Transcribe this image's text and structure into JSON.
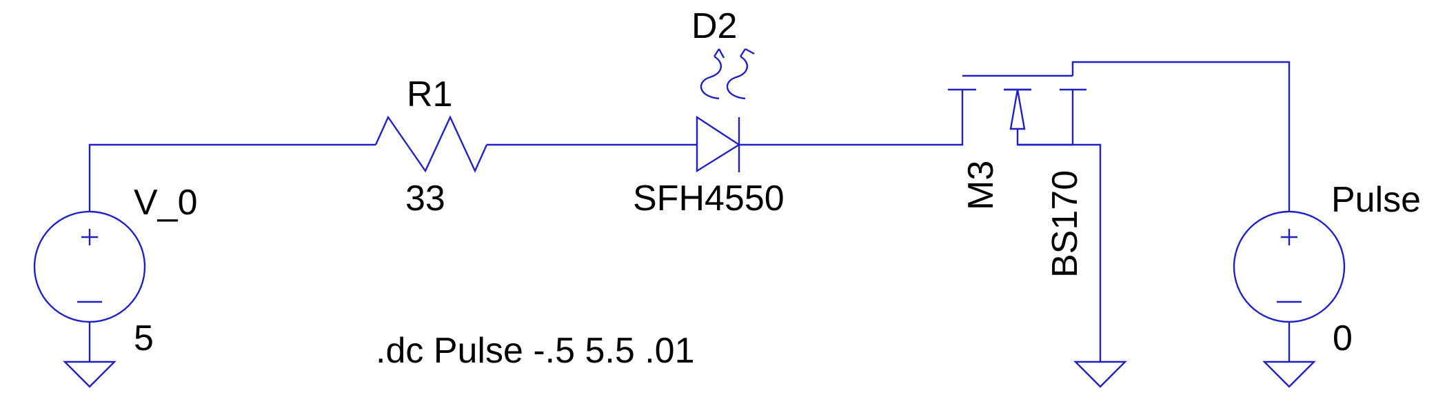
{
  "colors": {
    "wire": "#1f1fc8",
    "text": "#000000",
    "background": "#ffffff"
  },
  "components": {
    "v0": {
      "name": "V_0",
      "value": "5"
    },
    "r1": {
      "name": "R1",
      "value": "33"
    },
    "d2": {
      "name": "D2",
      "value": "SFH4550"
    },
    "m3": {
      "name": "M3",
      "value": "BS170"
    },
    "pulse": {
      "name": "Pulse",
      "value": "0"
    }
  },
  "directive": ".dc Pulse -.5 5.5 .01"
}
